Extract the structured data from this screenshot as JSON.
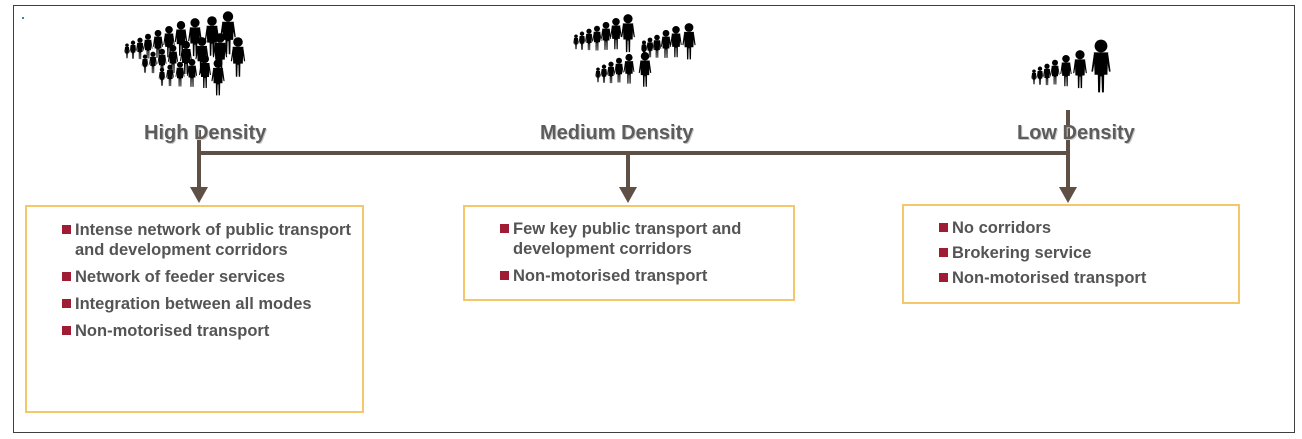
{
  "colors": {
    "line": "#5e5045",
    "bullet": "#a01c34",
    "box_border": "#f5c76a",
    "text": "#545454",
    "people": "#000000"
  },
  "densities": [
    {
      "label": "High Density",
      "people_icon": "crowd-large-icon",
      "items": [
        "Intense network of public transport and development corridors",
        "Network of feeder services",
        "Integration between all modes",
        "Non-motorised transport"
      ]
    },
    {
      "label": "Medium Density",
      "people_icon": "crowd-medium-icon",
      "items": [
        "Few key public transport and development corridors",
        "Non-motorised transport"
      ]
    },
    {
      "label": "Low Density",
      "people_icon": "crowd-small-icon",
      "items": [
        "No corridors",
        "Brokering service",
        "Non-motorised transport"
      ]
    }
  ]
}
